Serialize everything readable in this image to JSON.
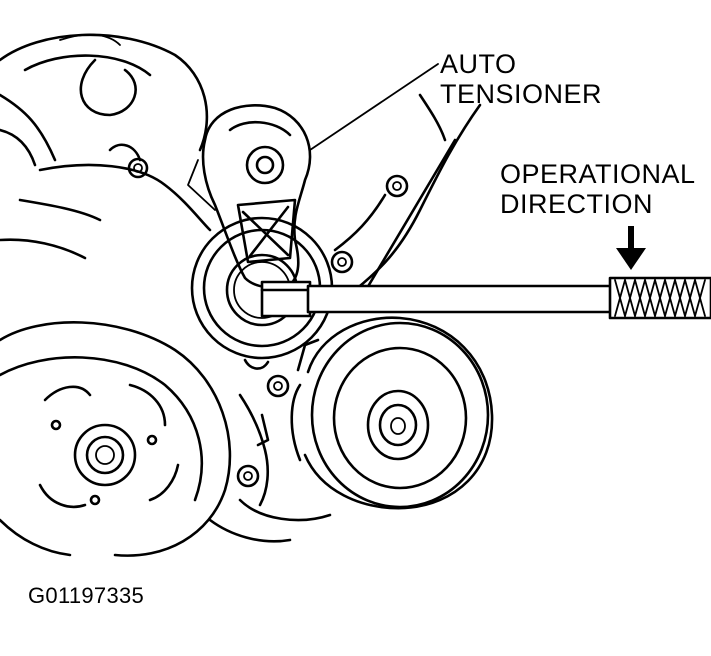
{
  "labels": {
    "auto_tensioner_line1": "AUTO",
    "auto_tensioner_line2": "TENSIONER",
    "operational_direction_line1": "OPERATIONAL",
    "operational_direction_line2": "DIRECTION",
    "figure_code": "G01197335"
  },
  "colors": {
    "ink": "#000000",
    "paper": "#ffffff"
  }
}
